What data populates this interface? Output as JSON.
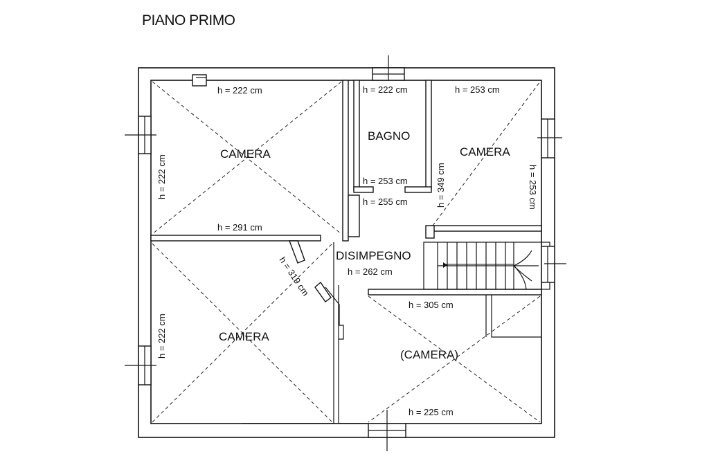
{
  "title": "PIANO PRIMO",
  "rooms": {
    "camera_top_left": {
      "name": "CAMERA",
      "height": "h = 222 cm",
      "height_side": "h = 222 cm",
      "height_bottom": "h = 291 cm"
    },
    "bagno": {
      "name": "BAGNO",
      "height_top": "h = 222 cm",
      "height_bottom": "h = 253 cm",
      "height_below": "h = 255 cm"
    },
    "camera_top_right": {
      "name": "CAMERA",
      "height_top": "h = 253 cm",
      "height_left": "h = 349 cm",
      "height_right": "h = 253 cm"
    },
    "disimpegno": {
      "name": "DISIMPEGNO",
      "height": "h = 262 cm",
      "height_diag": "h = 319 cm"
    },
    "camera_bottom_left": {
      "name": "CAMERA",
      "height_side": "h = 222 cm"
    },
    "camera_bottom_right": {
      "name": "(CAMERA)",
      "height_top": "h = 305 cm",
      "height_bottom": "h = 225 cm"
    }
  }
}
